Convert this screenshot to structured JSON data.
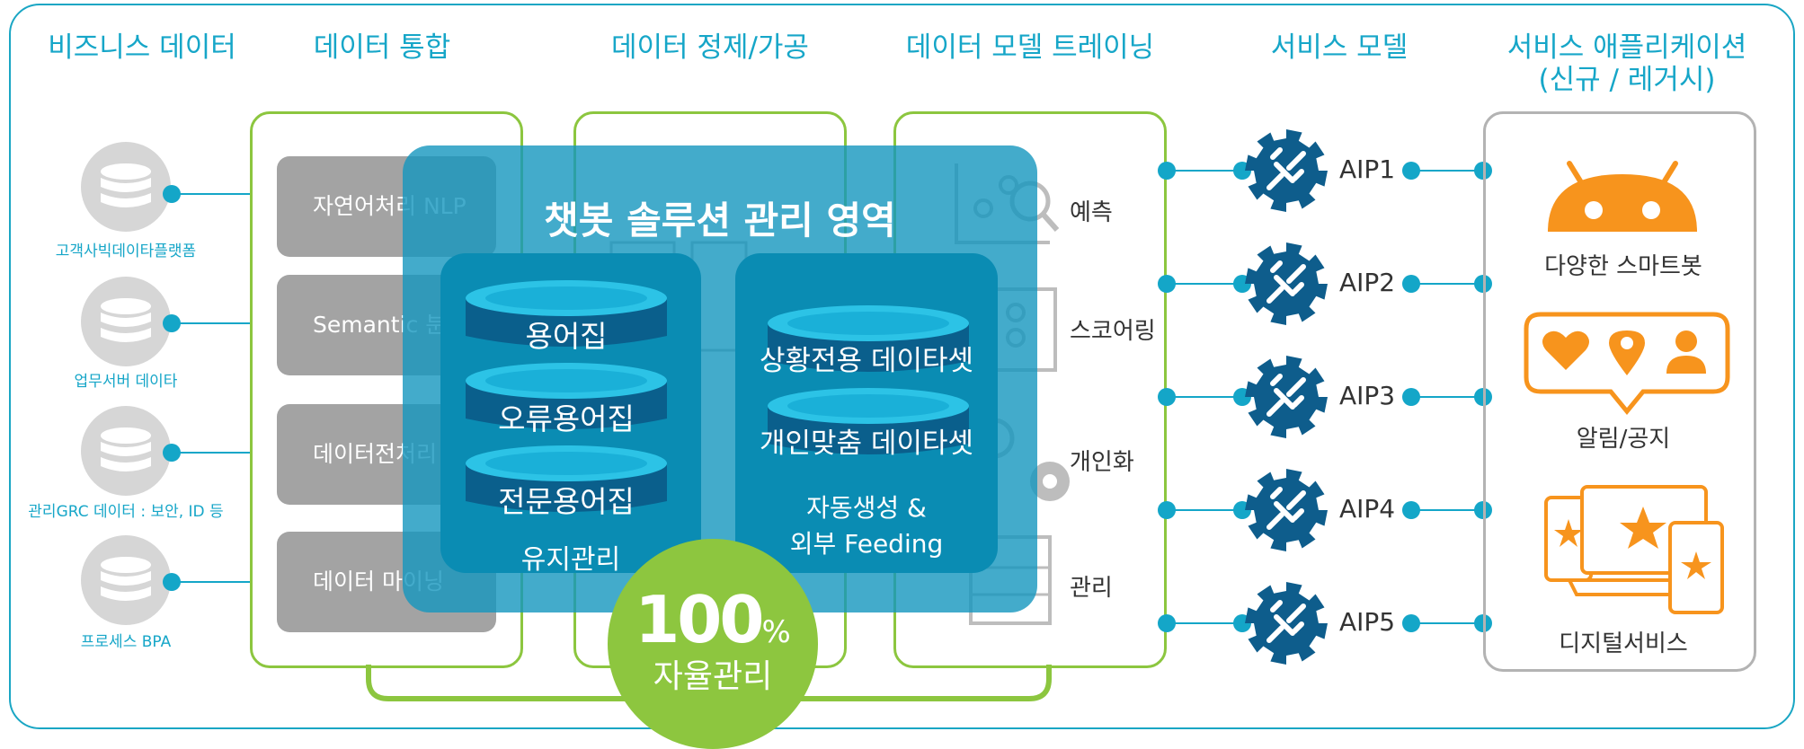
{
  "columns": {
    "business_data": "비즈니스 데이터",
    "data_integration": "데이터 통합",
    "data_refinement": "데이터 정제/가공",
    "model_training": "데이터 모델 트레이닝",
    "service_model": "서비스 모델",
    "service_app_line1": "서비스 애플리케이션",
    "service_app_line2": "(신규 / 레거시)"
  },
  "sources": [
    {
      "label": "고객사빅데이타플랫폼"
    },
    {
      "label": "업무서버 데이타"
    },
    {
      "label": "관리GRC 데이터 : 보안, ID 등"
    },
    {
      "label": "프로세스 BPA"
    }
  ],
  "integration_items": [
    "자연어처리 NLP",
    "Semantic 분",
    "데이터전처리",
    "데이터 마이닝"
  ],
  "chatbot_area": {
    "title": "챗봇 솔루션 관리 영역",
    "left_panel": {
      "disks": [
        "용어집",
        "오류용어집",
        "전문용어집"
      ],
      "caption": "유지관리"
    },
    "right_panel": {
      "disks": [
        "상황전용 데이타셋",
        "개인맞춤 데이타셋"
      ],
      "caption_line1": "자동생성 &",
      "caption_line2": "외부 Feeding"
    }
  },
  "autonomy": {
    "value": "100",
    "unit": "%",
    "label": "자율관리"
  },
  "model_items": [
    "예측",
    "스코어링",
    "개인화",
    "관리"
  ],
  "aips": [
    "AIP1",
    "AIP2",
    "AIP3",
    "AIP4",
    "AIP5"
  ],
  "apps": [
    "다양한 스마트봇",
    "알림/공지",
    "디지털서비스"
  ],
  "colors": {
    "accent_blue": "#16a6c8",
    "green": "#8cc63f",
    "gear_blue": "#0e5d8c",
    "orange": "#f7941d",
    "gray": "#a3a3a3"
  }
}
